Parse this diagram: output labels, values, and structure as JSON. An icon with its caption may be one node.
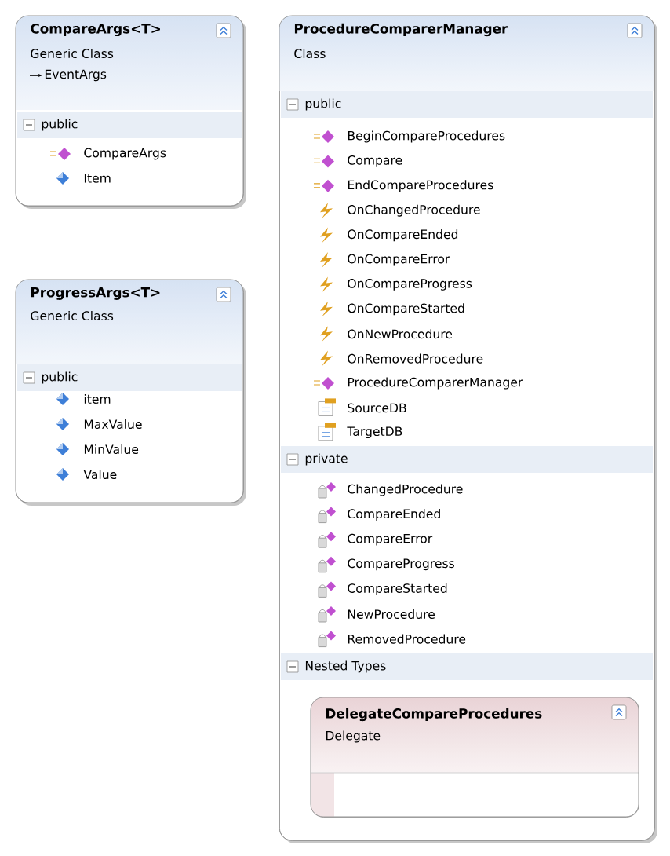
{
  "diagram": {
    "nodes": [
      {
        "text": [
          "CompareArgs<T>",
          "Generic Class",
          "EventArgs"
        ]
      },
      {
        "text": [
          "public",
          "CompareArgs",
          "Item"
        ],
        "in": 0
      },
      {
        "text": [
          "ProgressArgs<T>",
          "Generic Class"
        ]
      },
      {
        "text": [
          "public",
          "item",
          "MaxValue",
          "MinValue",
          "Value"
        ],
        "in": 2
      },
      {
        "text": [
          "ProcedureComparerManager",
          "Class"
        ]
      },
      {
        "text": [
          "public",
          "BeginCompareProcedures",
          "Compare",
          "EndCompareProcedures",
          "OnChangedProcedure",
          "OnCompareEnded",
          "OnCompareError",
          "OnCompareProgress",
          "OnCompareStarted",
          "OnNewProcedure",
          "OnRemovedProcedure",
          "ProcedureComparerManager",
          "SourceDB",
          "TargetDB"
        ],
        "in": 4
      },
      {
        "text": [
          "private",
          "ChangedProcedure",
          "CompareEnded",
          "CompareError",
          "CompareProgress",
          "CompareStarted",
          "NewProcedure",
          "RemovedProcedure"
        ],
        "in": 4
      },
      {
        "text": [
          "Nested Types"
        ],
        "in": 4
      },
      {
        "text": [
          "DelegateCompareProcedures",
          "Delegate"
        ],
        "in": 4
      }
    ],
    "edges": []
  }
}
